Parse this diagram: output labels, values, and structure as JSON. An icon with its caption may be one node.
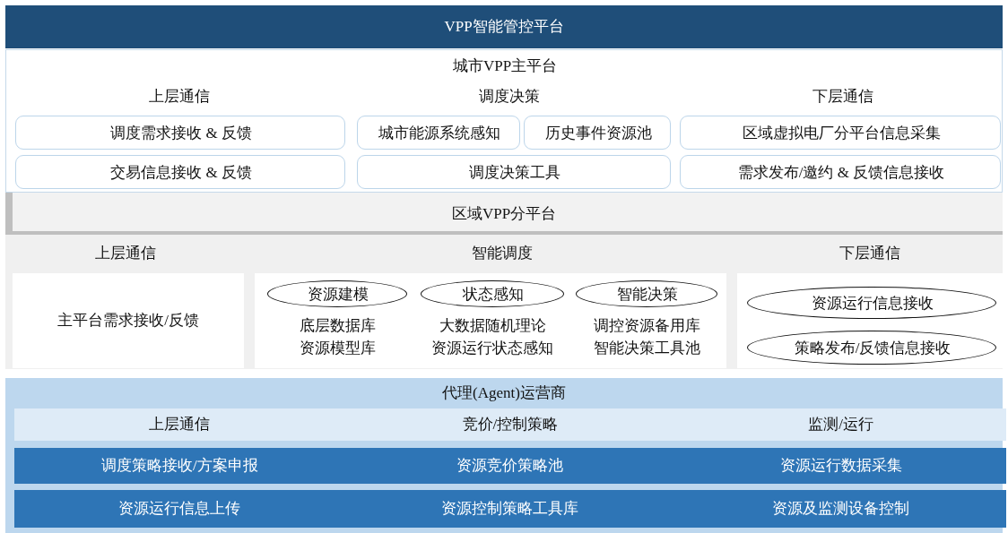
{
  "diagram": {
    "nodes": [
      {
        "text": [
          "VPP智能管控平台"
        ]
      },
      {
        "text": [
          "城市VPP主平台"
        ]
      },
      {
        "text": [
          "调度需求接收 & 反馈"
        ],
        "in": 1
      },
      {
        "text": [
          "城市能源系统感知"
        ],
        "in": 1
      },
      {
        "text": [
          "历史事件资源池"
        ],
        "in": 1
      },
      {
        "text": [
          "区域虚拟电厂分平台信息采集"
        ],
        "in": 1
      },
      {
        "text": [
          "交易信息接收 & 反馈"
        ],
        "in": 1
      },
      {
        "text": [
          "调度决策工具"
        ],
        "in": 1
      },
      {
        "text": [
          "需求发布/邀约 & 反馈信息接收"
        ],
        "in": 1
      },
      {
        "text": [
          "区域VPP分平台"
        ]
      },
      {
        "text": [
          "主平台需求接收/反馈"
        ],
        "in": 9
      },
      {
        "text": [],
        "shape": "box",
        "in": 9
      },
      {
        "text": [
          "资源建模"
        ],
        "in": 11,
        "beside": [
          "底层数据库",
          "资源模型库"
        ]
      },
      {
        "text": [
          "状态感知"
        ],
        "in": 11,
        "beside": [
          "大数据随机理论",
          "资源运行状态感知"
        ]
      },
      {
        "text": [
          "智能决策"
        ],
        "in": 11,
        "beside": [
          "调控资源备用库",
          "智能决策工具池"
        ]
      },
      {
        "text": [],
        "shape": "box",
        "in": 9
      },
      {
        "text": [
          "资源运行信息接收"
        ],
        "in": 15
      },
      {
        "text": [
          "策略发布/反馈信息接收"
        ],
        "in": 15
      },
      {
        "text": [
          "代理(Agent)运营商"
        ]
      },
      {
        "text": [
          "上层通信",
          "竞价/控制策略",
          "监测/运行"
        ],
        "in": 18
      },
      {
        "text": [
          "调度策略接收/方案申报",
          "资源竞价策略池",
          "资源运行数据采集"
        ],
        "in": 18
      },
      {
        "text": [
          "资源运行信息上传",
          "资源控制策略工具库",
          "资源及监测设备控制"
        ],
        "in": 18
      }
    ],
    "labels": [
      "上层通信",
      "调度决策",
      "下层通信",
      "上层通信",
      "智能调度",
      "下层通信"
    ]
  }
}
